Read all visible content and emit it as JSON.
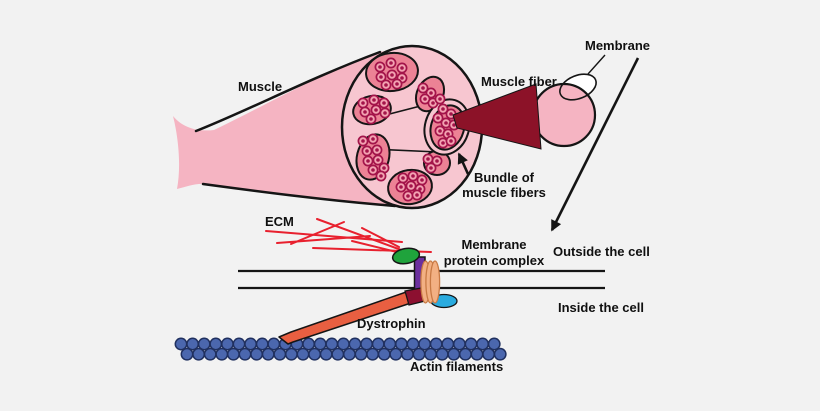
{
  "labels": {
    "muscle": "Muscle",
    "muscle_fiber": "Muscle fiber",
    "membrane": "Membrane",
    "bundle_line1": "Bundle of",
    "bundle_line2": "muscle fibers",
    "ecm": "ECM",
    "mpc_line1": "Membrane",
    "mpc_line2": "protein complex",
    "outside_cell": "Outside the cell",
    "inside_cell": "Inside the cell",
    "dystrophin": "Dystrophin",
    "actin": "Actin filaments"
  },
  "colors": {
    "background": "#f2f2f2",
    "muscle_pink": "#f5b4c2",
    "cross_section_pink": "#f7c6d0",
    "bundle_pink": "#ec8295",
    "fiber_ring_fill": "#f3a3b2",
    "fiber_ring_stroke": "#a3144a",
    "cone_maroon": "#8c1228",
    "ecm_red": "#e8202e",
    "green_protein": "#1fa33c",
    "purple_protein": "#6b2f9e",
    "orange_protein": "#f2b083",
    "orange_protein_stroke": "#c87a45",
    "cyan_protein": "#2aabdf",
    "cap_dark_red": "#8c1030",
    "dystrophin_rod": "#e85f41",
    "actin_blue": "#4b67ae",
    "actin_stroke": "#20305f"
  }
}
